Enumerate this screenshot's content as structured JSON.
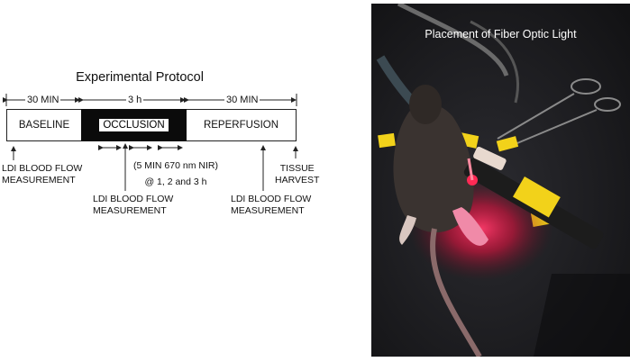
{
  "diagram": {
    "title": "Experimental Protocol",
    "durations": {
      "baseline": "30 MIN",
      "occlusion": "3 h",
      "reperfusion": "30 MIN"
    },
    "phases": {
      "baseline": "BASELINE",
      "occlusion": "OCCLUSION",
      "reperfusion": "REPERFUSION"
    },
    "notes": {
      "ldi_1_line1": "LDI BLOOD FLOW",
      "ldi_1_line2": "MEASUREMENT",
      "ldi_2_line1": "LDI BLOOD FLOW",
      "ldi_2_line2": "MEASUREMENT",
      "ldi_3_line1": "LDI BLOOD FLOW",
      "ldi_3_line2": "MEASUREMENT",
      "tissue_line1": "TISSUE",
      "tissue_line2": "HARVEST",
      "nir_line1": "(5 MIN 670 nm NIR)",
      "nir_line2": "@ 1, 2 and 3 h"
    }
  },
  "photo": {
    "caption": "Placement of Fiber Optic Light",
    "colors": {
      "background": "#1a1a1d",
      "light": "#ff1f4a",
      "tape": "#f2d21a"
    }
  }
}
